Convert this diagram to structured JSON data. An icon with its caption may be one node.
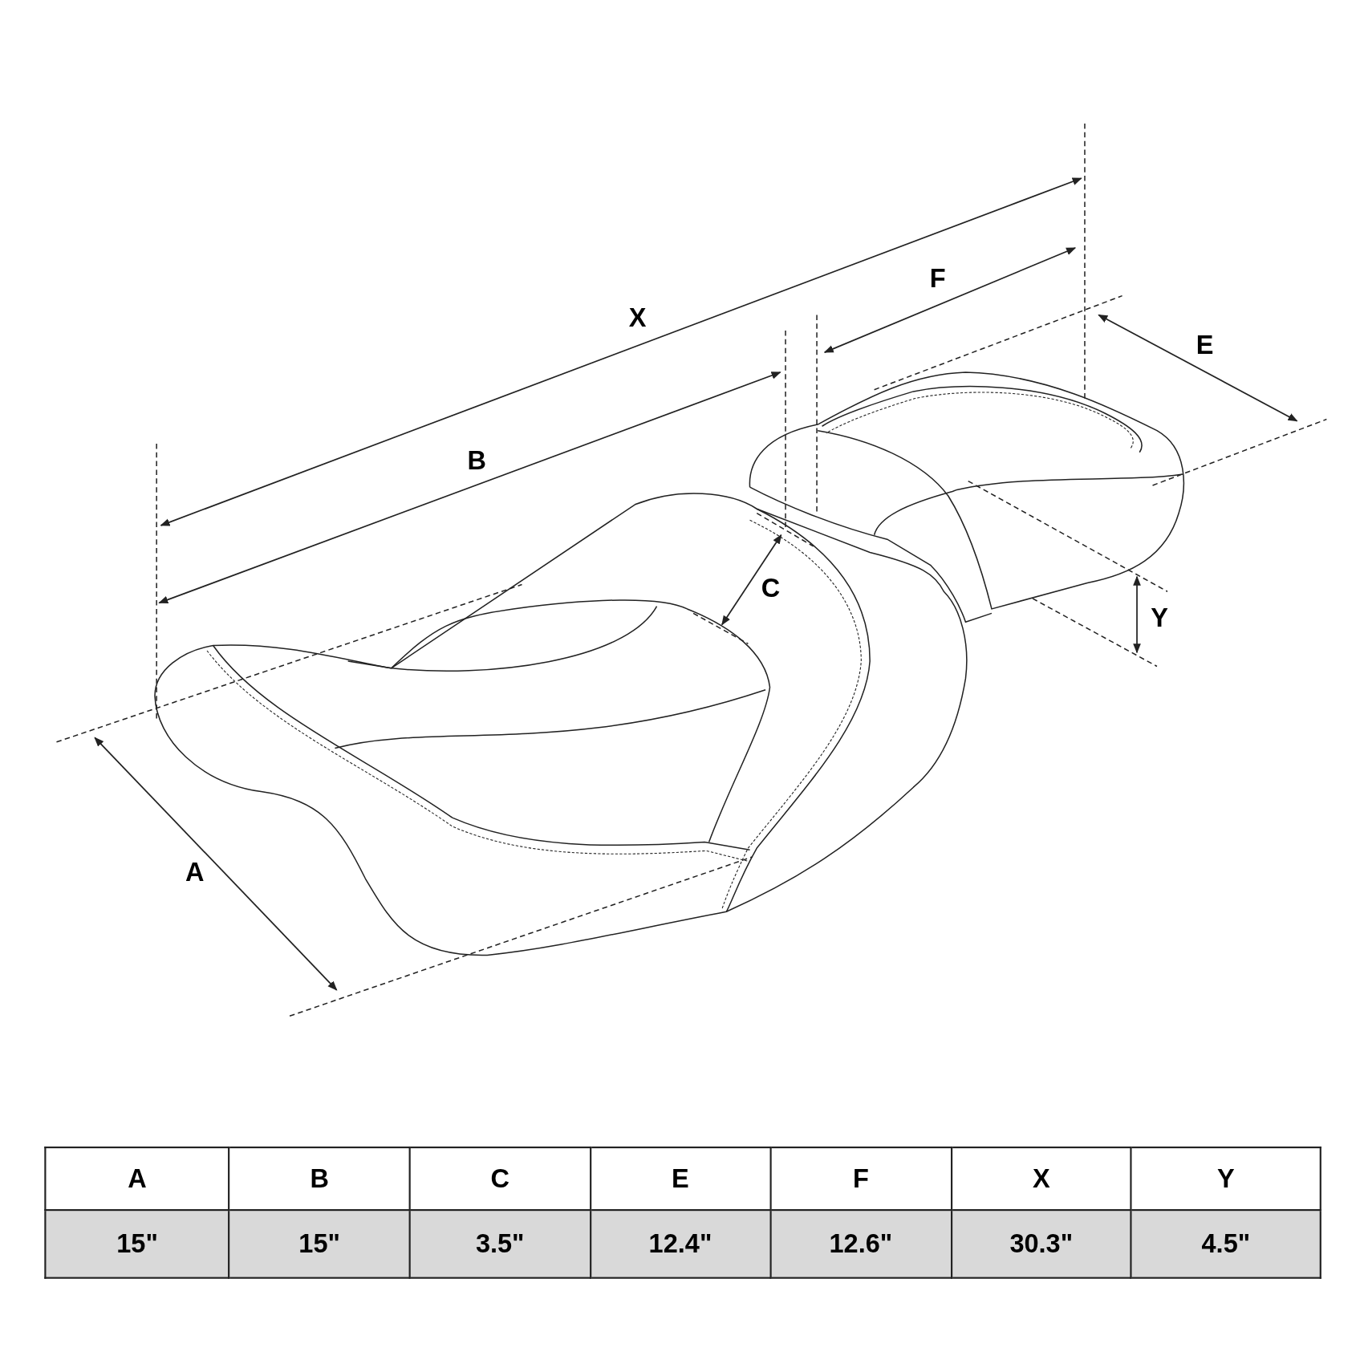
{
  "diagram": {
    "labels": [
      "X",
      "F",
      "E",
      "B",
      "C",
      "Y",
      "A",
      "A",
      "B",
      "C",
      "E",
      "F",
      "X",
      "Y",
      "15\"",
      "15\"",
      "3.5\"",
      "12.4\"",
      "12.6\"",
      "30.3\"",
      "4.5\""
    ]
  }
}
